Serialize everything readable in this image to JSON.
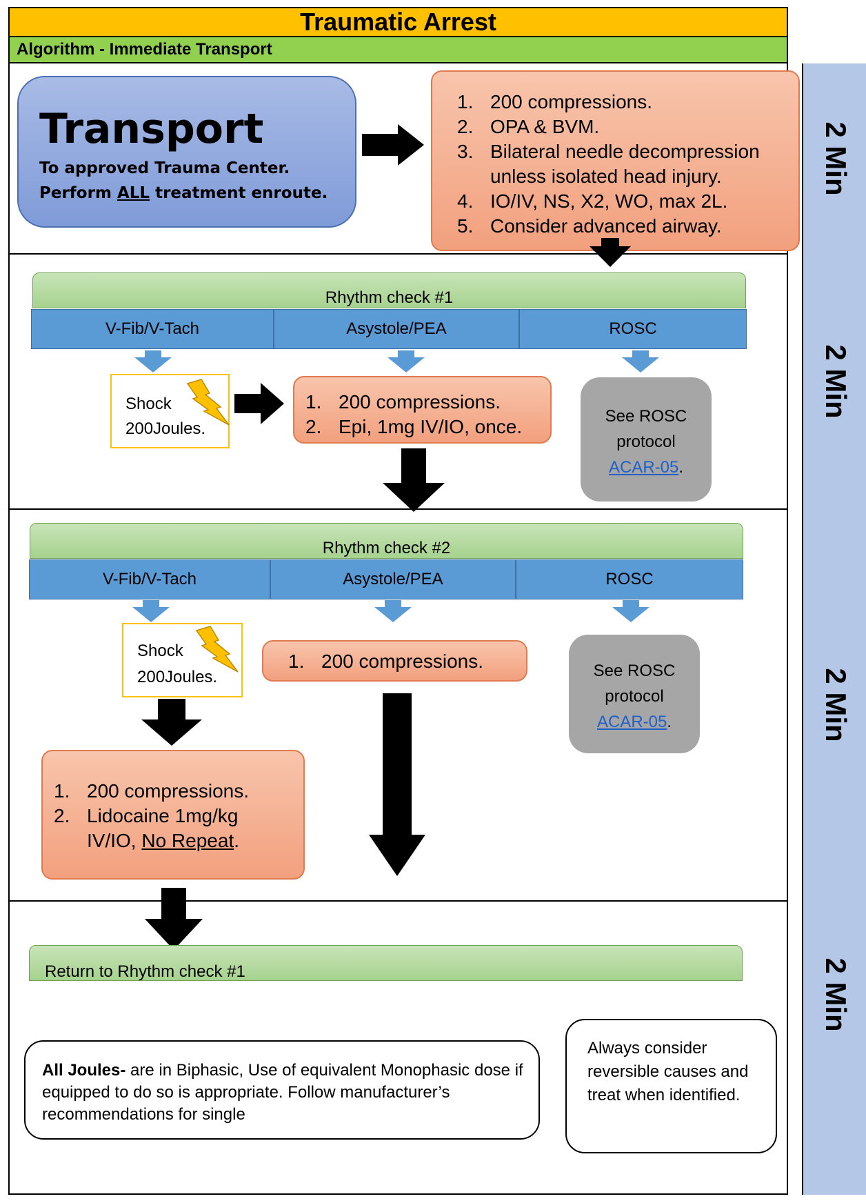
{
  "title": "Traumatic Arrest",
  "subtitle": "Algorithm - Immediate Transport",
  "time_label": "2 Min",
  "colors": {
    "title_bg": "#ffc000",
    "subtitle_bg": "#92d050",
    "sidebar_bg": "#b4c7e7"
  },
  "transport": {
    "heading": "Transport",
    "line1": "To approved Trauma Center.",
    "line2_pre": "Perform ",
    "line2_u": "ALL",
    "line2_post": " treatment enroute."
  },
  "initial_steps": [
    {
      "n": "1.",
      "text": "200 compressions."
    },
    {
      "n": "2.",
      "text": "OPA & BVM."
    },
    {
      "n": "3.",
      "text": "Bilateral needle decompression unless isolated head injury."
    },
    {
      "n": "4.",
      "text": "IO/IV, NS, X2, WO, max 2L."
    },
    {
      "n": "5.",
      "text": "Consider advanced airway."
    }
  ],
  "check1": {
    "label": "Rhythm check #1",
    "vfib": "V-Fib/V-Tach",
    "asys": "Asystole/PEA",
    "rosc": "ROSC",
    "shock1": "Shock",
    "shock2": "200Joules.",
    "steps": [
      {
        "n": "1.",
        "text": "200 compressions."
      },
      {
        "n": "2.",
        "text": "Epi, 1mg IV/IO, once."
      }
    ],
    "rosc_l1": "See ROSC",
    "rosc_l2": "protocol",
    "rosc_link": "ACAR-05",
    "rosc_dot": "."
  },
  "check2": {
    "label": "Rhythm check #2",
    "vfib": "V-Fib/V-Tach",
    "asys": "Asystole/PEA",
    "rosc": "ROSC",
    "shock1": "Shock",
    "shock2": "200Joules.",
    "asys_step_n": "1.",
    "asys_step": "200 compressions.",
    "lido_1n": "1.",
    "lido_1": "200 compressions.",
    "lido_2n": "2.",
    "lido_2a": "Lidocaine 1mg/kg",
    "lido_2b_pre": "IV/IO, ",
    "lido_2b_u": "No Repeat",
    "lido_2b_post": ".",
    "rosc_l1": "See ROSC",
    "rosc_l2": "protocol",
    "rosc_link": "ACAR-05",
    "rosc_dot": "."
  },
  "return_label": "Return to Rhythm check #1",
  "joules_note": {
    "bold": "All Joules-",
    "rest": " are in Biphasic, Use of equivalent Monophasic dose if equipped to do so is appropriate. Follow manufacturer’s recommendations for single"
  },
  "reversible_note": "Always consider reversible causes and treat when identified."
}
